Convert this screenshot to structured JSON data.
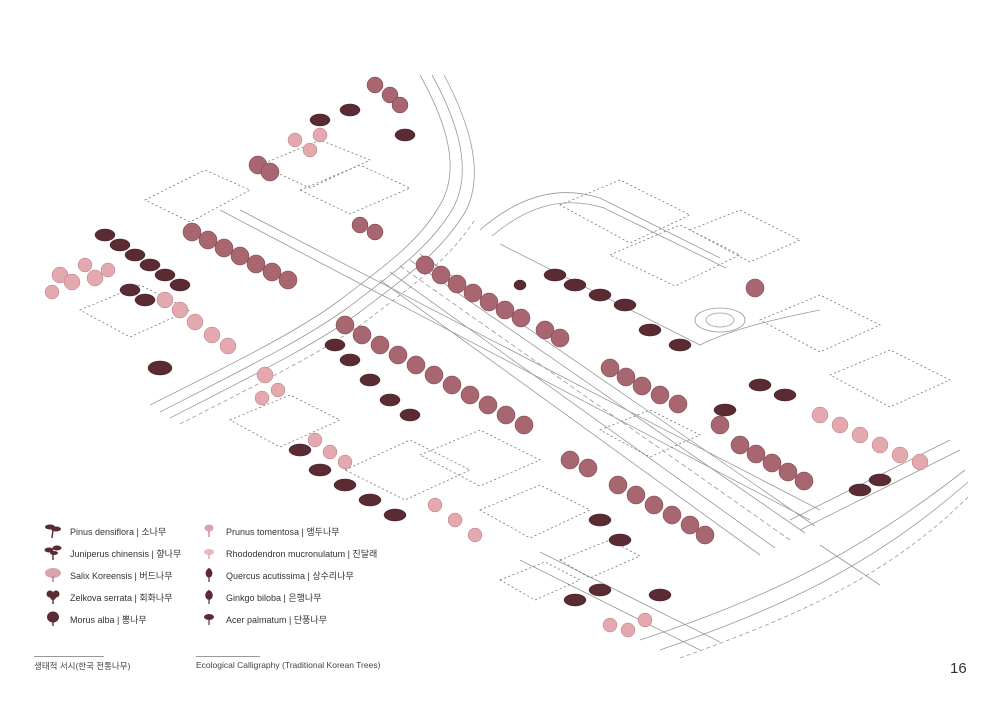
{
  "palette": {
    "dark": "#5b2b33",
    "mid": "#8e4f5a",
    "light": "#d9a3aa",
    "pink": "#e7b9bd",
    "line": "#8a8a8a"
  },
  "legend_left": [
    {
      "label": "Pinus densiflora | 소나무",
      "icon": "pine-tree-icon",
      "color": "#5b2b33"
    },
    {
      "label": "Juniperus chinensis | 향나무",
      "icon": "juniper-tree-icon",
      "color": "#5b2b33"
    },
    {
      "label": "Salix Koreensis | 버드나무",
      "icon": "willow-tree-icon",
      "color": "#d9a3aa"
    },
    {
      "label": "Zelkova serrata | 회화나무",
      "icon": "zelkova-tree-icon",
      "color": "#5b2b33"
    },
    {
      "label": "Morus alba | 뽕나무",
      "icon": "mulberry-tree-icon",
      "color": "#5b2b33"
    }
  ],
  "legend_right": [
    {
      "label": "Prunus tomentosa | 앵두나무",
      "icon": "cherry-shrub-icon",
      "color": "#d9a3aa"
    },
    {
      "label": "Rhododendron mucronulatum | 진달래",
      "icon": "azalea-shrub-icon",
      "color": "#e7b9bd"
    },
    {
      "label": "Quercus acutissima | 상수리나무",
      "icon": "oak-tree-icon",
      "color": "#5b2b33"
    },
    {
      "label": "Ginkgo biloba | 은행나무",
      "icon": "ginkgo-tree-icon",
      "color": "#5b2b33"
    },
    {
      "label": "Acer palmatum | 단풍나무",
      "icon": "maple-tree-icon",
      "color": "#5b2b33"
    }
  ],
  "captions": {
    "korean": "생태적 서시(한국 전통나무)",
    "english": "Ecological Calligraphy (Traditional Korean Trees)"
  },
  "page_number": "16"
}
